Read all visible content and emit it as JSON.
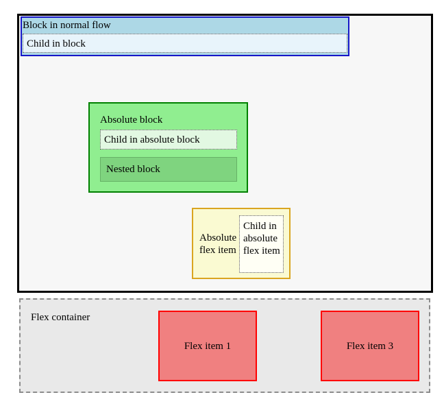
{
  "normal_block": {
    "title": "Block in normal flow",
    "child": "Child in block"
  },
  "absolute_block": {
    "title": "Absolute block",
    "child": "Child in absolute block",
    "nested": "Nested block"
  },
  "absolute_flex_item": {
    "label": "Absolute flex item",
    "child": "Child in absolute flex item"
  },
  "flex_container": {
    "title": "Flex container",
    "items": [
      "Flex item 1",
      "Flex item 3"
    ]
  },
  "colors": {
    "normal_block_bg": "#add8e6",
    "normal_block_border": "#1616c8",
    "absolute_block_bg": "#90ee90",
    "absolute_block_border": "#008000",
    "absolute_flex_bg": "#fafad2",
    "absolute_flex_border": "#daa520",
    "flex_item_bg": "#f08080",
    "flex_item_border": "#ff0000"
  }
}
